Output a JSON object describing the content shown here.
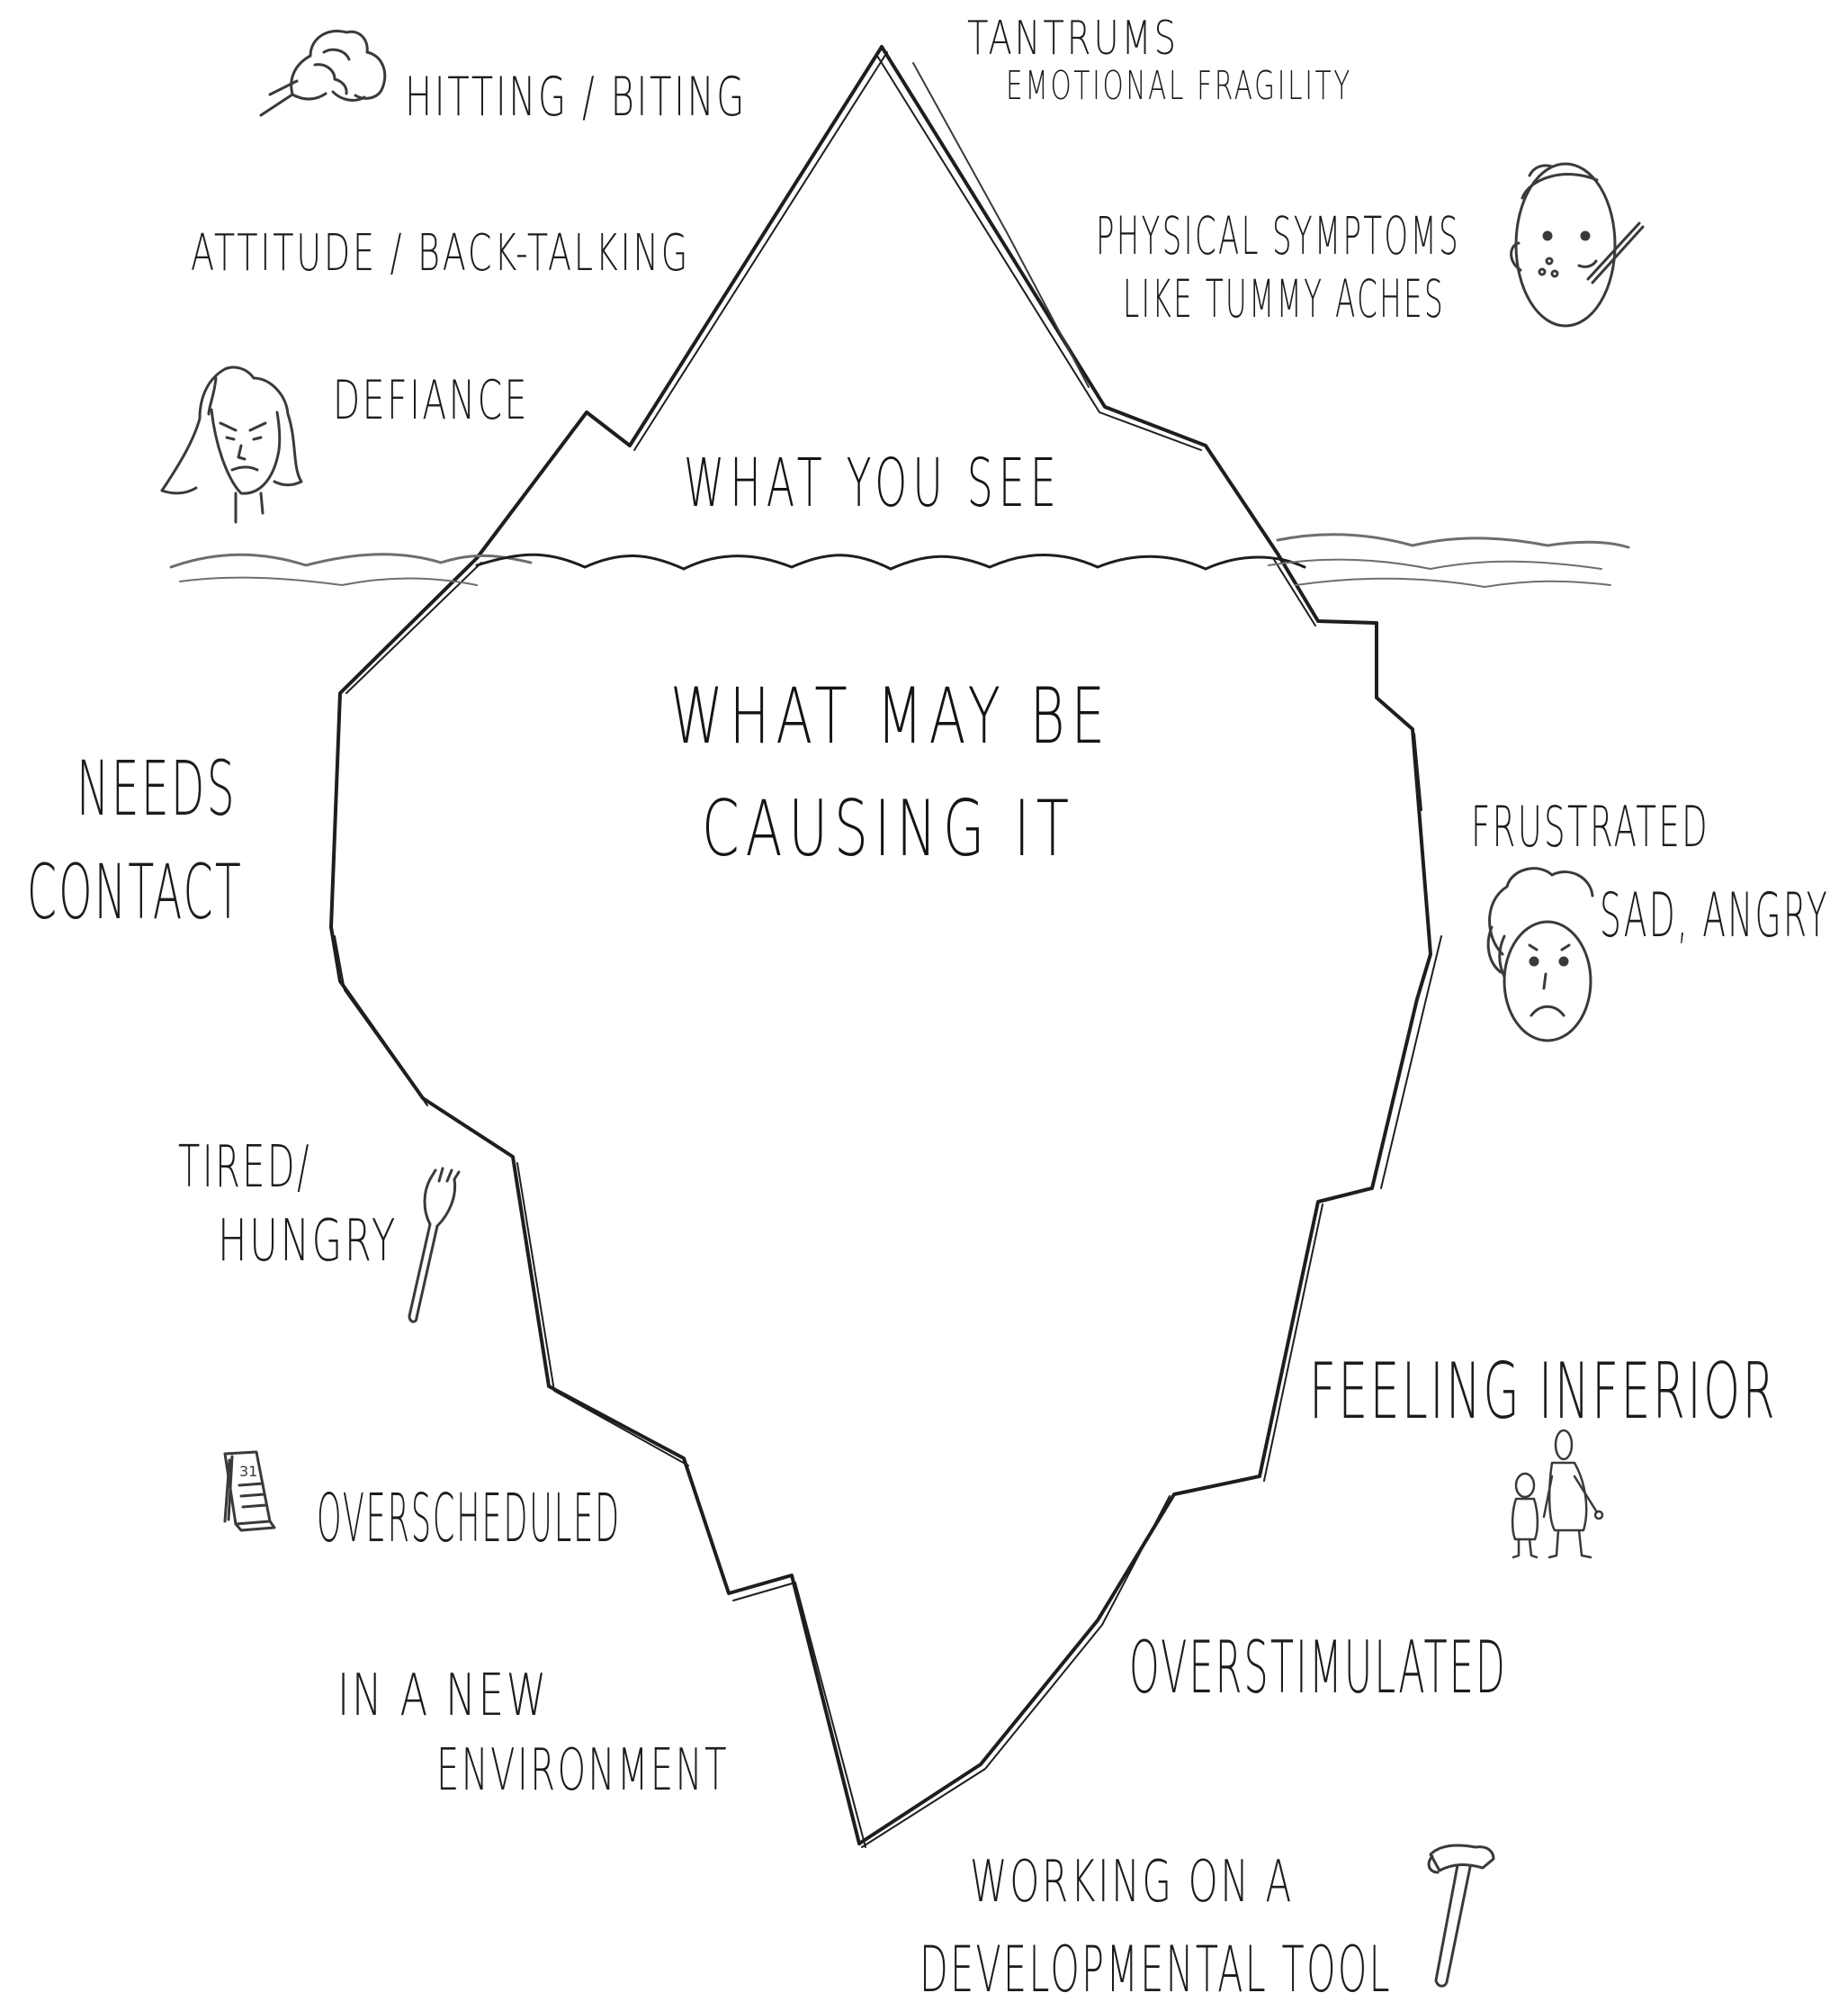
{
  "headings": {
    "above": "WHAT YOU SEE",
    "below_line1": "WHAT MAY BE",
    "below_line2": "CAUSING IT"
  },
  "visible_behaviors": {
    "tantrums": "TANTRUMS",
    "emotional_fragility": "EMOTIONAL FRAGILITY",
    "hitting_biting": "HITTING / BITING",
    "attitude": "ATTITUDE / BACK-TALKING",
    "physical_line1": "PHYSICAL SYMPTOMS",
    "physical_line2": "LIKE TUMMY ACHES",
    "defiance": "DEFIANCE"
  },
  "hidden_causes": {
    "needs_line1": "NEEDS",
    "needs_line2": "CONTACT",
    "frustrated": "FRUSTRATED",
    "sad_angry": "SAD, ANGRY",
    "tired_line1": "TIRED/",
    "tired_line2": "HUNGRY",
    "feeling_inferior": "FEELING INFERIOR",
    "overscheduled": "OVERSCHEDULED",
    "overstimulated": "OVERSTIMULATED",
    "new_env_line1": "IN A NEW",
    "new_env_line2": "ENVIRONMENT",
    "developmental_line1": "WORKING ON A",
    "developmental_line2": "DEVELOPMENTAL TOOL"
  },
  "calendar_date": "31",
  "icons": [
    "fist-icon",
    "angry-girl-icon",
    "sick-face-icon",
    "sad-face-icon",
    "fork-icon",
    "calendar-icon",
    "child-and-adult-icon",
    "hammer-icon"
  ],
  "colors": {
    "ink": "#1e1e1e",
    "water": "#6e6e6e",
    "background": "#ffffff"
  }
}
